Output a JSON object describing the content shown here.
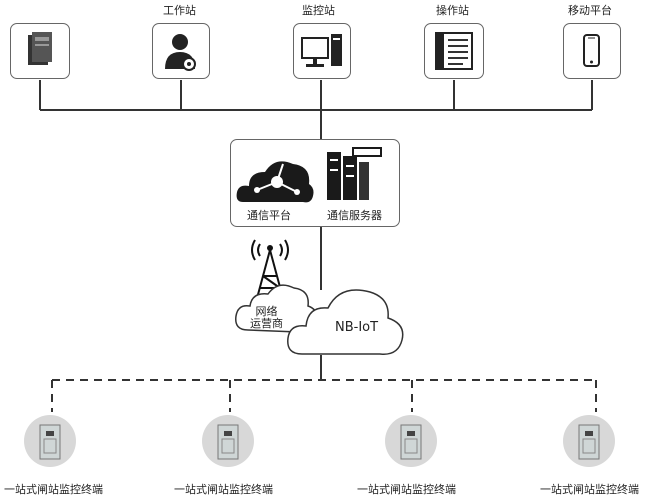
{
  "top_devices": [
    {
      "label": ""
    },
    {
      "label": "工作站"
    },
    {
      "label": "监控站"
    },
    {
      "label": "操作站"
    },
    {
      "label": "移动平台"
    }
  ],
  "center": {
    "comm_platform": "通信平台",
    "comm_server": "通信服务器"
  },
  "network": {
    "operator": "网络\n运营商",
    "nbiot": "NB-IoT"
  },
  "terminals": [
    {
      "label": "一站式闸站监控终端"
    },
    {
      "label": "一站式闸站监控终端"
    },
    {
      "label": "一站式闸站监控终端"
    },
    {
      "label": "一站式闸站监控终端"
    }
  ]
}
